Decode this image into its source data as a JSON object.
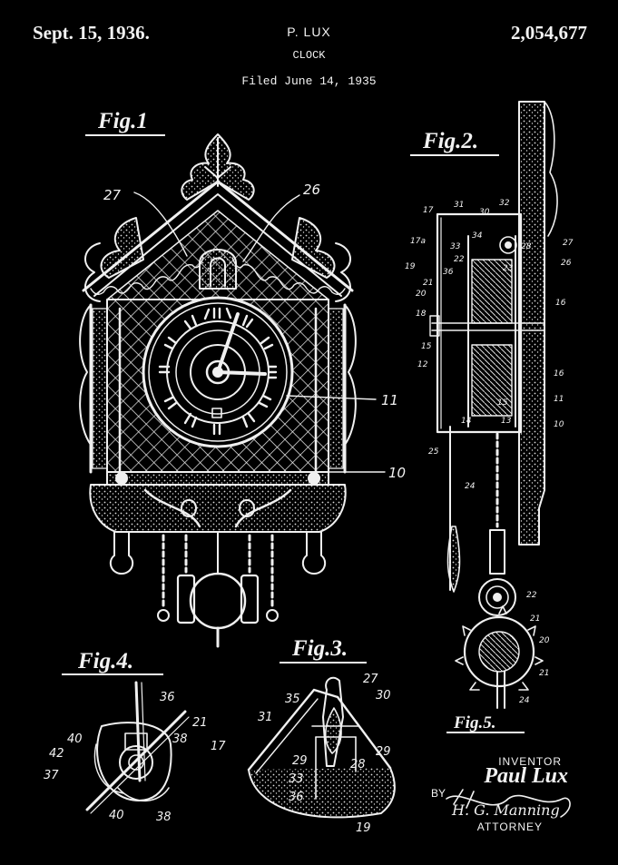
{
  "header": {
    "date": "Sept. 15, 1936.",
    "inventor_short": "P. LUX",
    "title": "CLOCK",
    "patent_number": "2,054,677",
    "filed": "Filed June 14, 1935"
  },
  "figures": {
    "fig1": "Fig.1",
    "fig2": "Fig.2.",
    "fig3": "Fig.3.",
    "fig4": "Fig.4.",
    "fig5": "Fig.5."
  },
  "refs_fig1": [
    "27",
    "26",
    "11",
    "10"
  ],
  "refs_fig2": [
    "17",
    "31",
    "30",
    "32",
    "17a",
    "34",
    "33",
    "28",
    "27",
    "26",
    "19",
    "22",
    "23",
    "36",
    "21",
    "20",
    "16",
    "18",
    "15",
    "12",
    "16",
    "11",
    "14",
    "13",
    "10",
    "25",
    "24",
    "15"
  ],
  "refs_fig3": [
    "35",
    "27",
    "30",
    "31",
    "17",
    "29",
    "29",
    "28",
    "33",
    "36",
    "19"
  ],
  "refs_fig4": [
    "36",
    "21",
    "40",
    "38",
    "42",
    "37",
    "40",
    "38"
  ],
  "refs_fig5": [
    "22",
    "21",
    "20",
    "21",
    "24"
  ],
  "signature": {
    "inventor_label": "INVENTOR",
    "inventor_name": "Paul Lux",
    "by": "BY",
    "attorney_signature": "H. G. Manning",
    "attorney_label": "ATTORNEY"
  }
}
